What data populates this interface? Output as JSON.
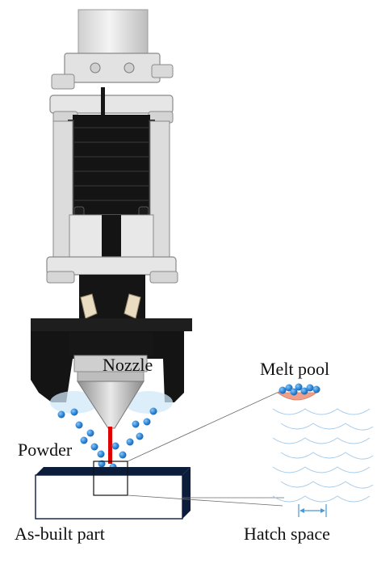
{
  "labels": {
    "nozzle": "Nozzle",
    "melt_pool": "Melt pool",
    "powder": "Powder",
    "as_built_part": "As-built part",
    "hatch_space": "Hatch space"
  },
  "colors": {
    "head_black": "#141414",
    "head_grey": "#e4e4e4",
    "nozzle_tip": "#b9b9b9",
    "laser": "#e00000",
    "powder": "#2f87d8",
    "powder_cloud": "#cfe8f8",
    "part_dark": "#0c1d3c",
    "melt_pool": "#f0a08a",
    "scale_lines": "#a8cbe8",
    "hatch_arrow": "#4a9ad8"
  }
}
